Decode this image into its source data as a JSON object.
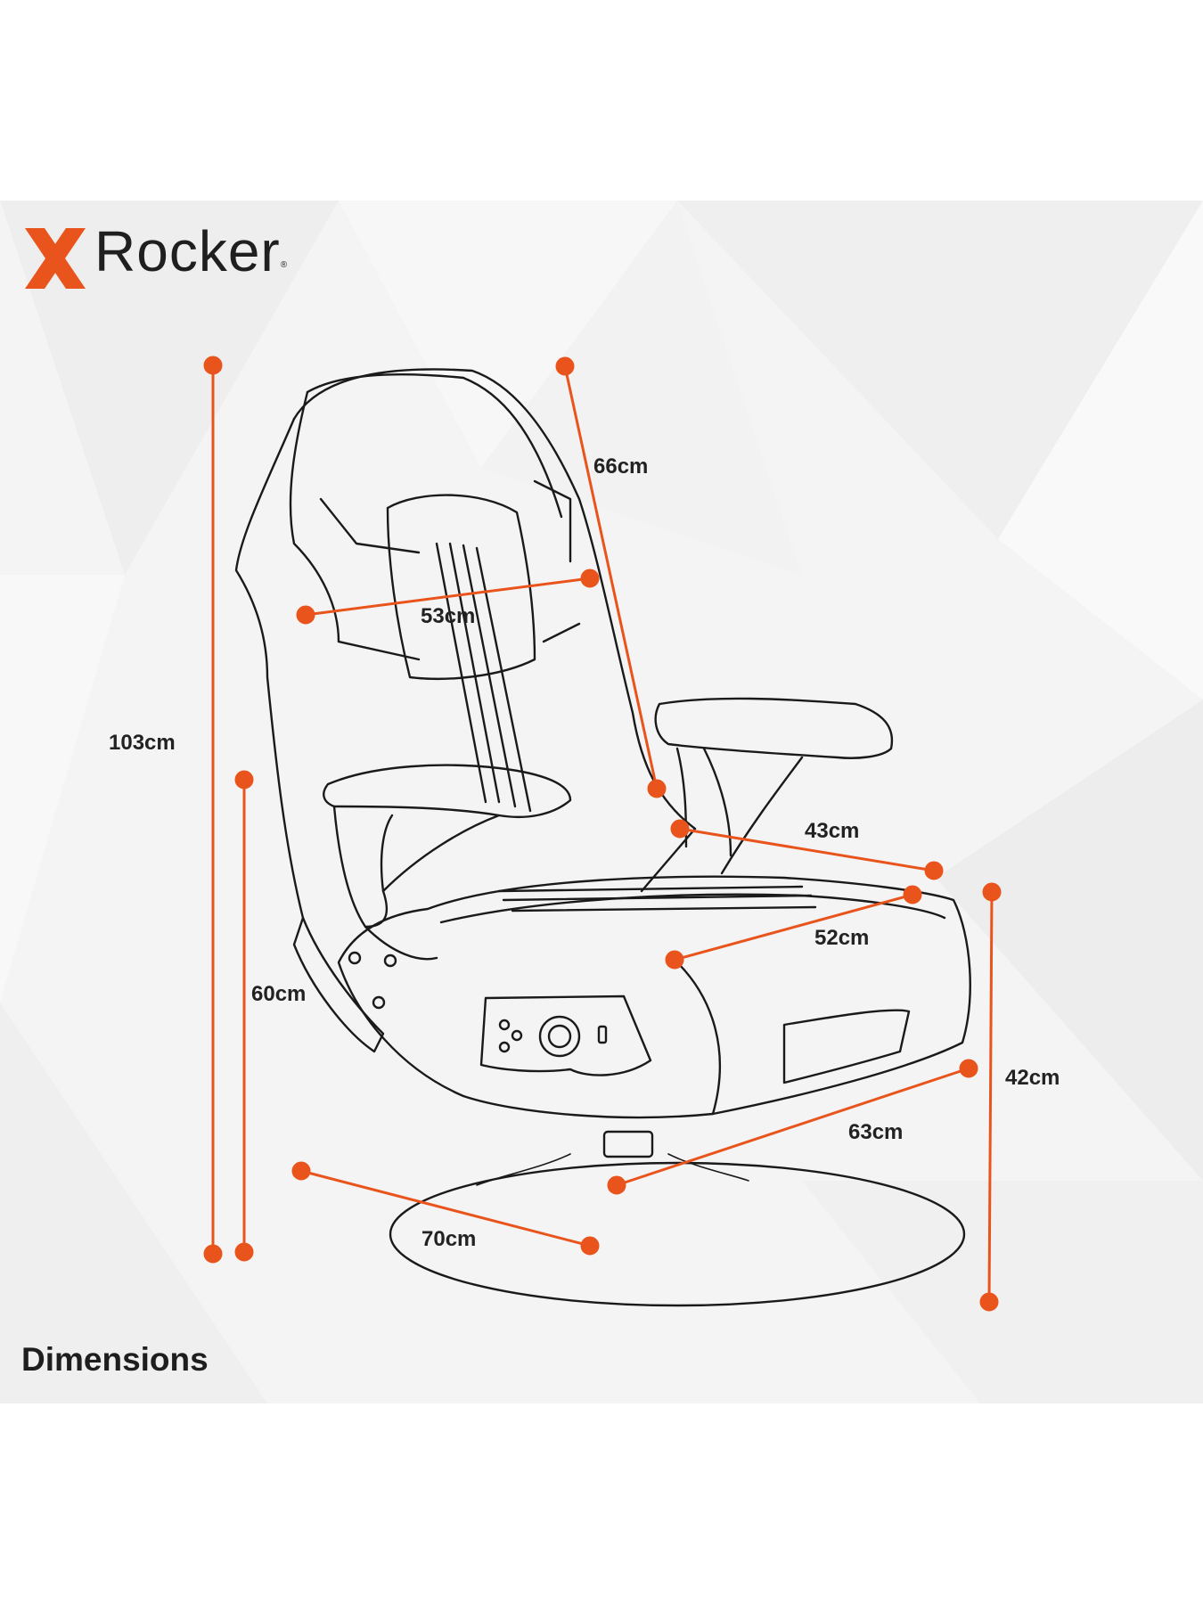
{
  "brand": {
    "name": "Rocker",
    "mark": "X",
    "registered_symbol": "®",
    "accent_color": "#e9541c",
    "text_color": "#1f1f1f"
  },
  "dimensions": {
    "overall_height": "103cm",
    "armrest_height": "60cm",
    "back_height": "66cm",
    "back_width": "53cm",
    "seat_depth": "43cm",
    "seat_width": "52cm",
    "seat_height": "42cm",
    "depth": "63cm",
    "base_diameter": "70cm"
  },
  "caption": "Dimensions",
  "colors": {
    "line": "#e9541c",
    "outline": "#1a1a1a",
    "panel": "#f4f4f4"
  }
}
